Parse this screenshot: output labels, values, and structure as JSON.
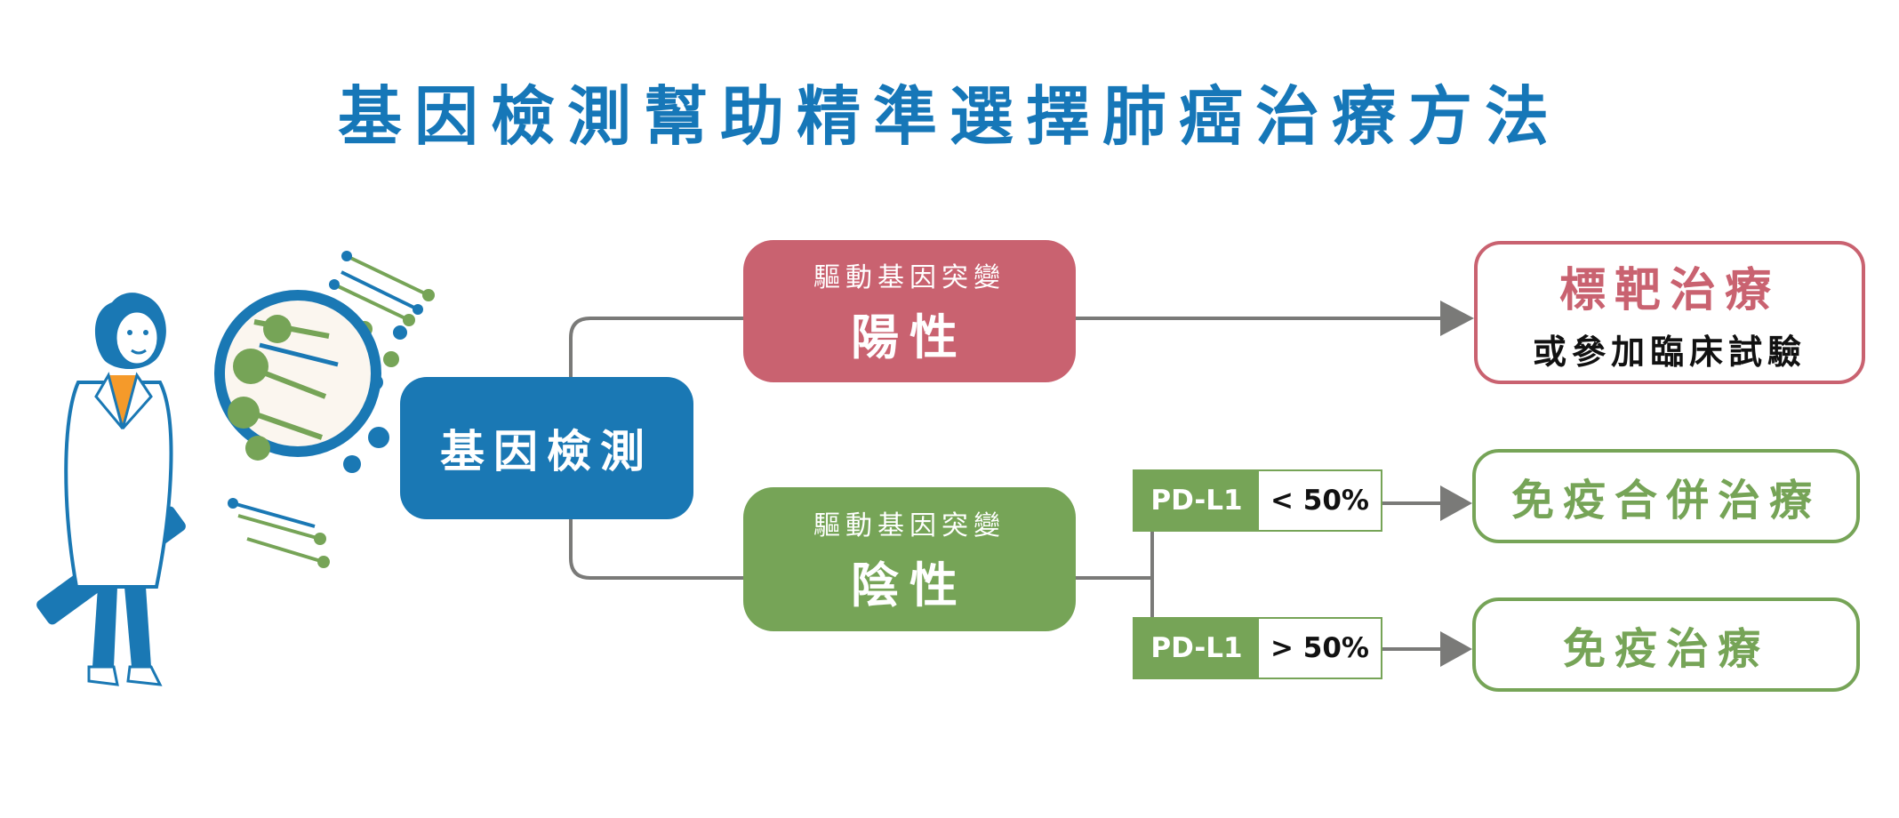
{
  "title": "基因檢測幫助精準選擇肺癌治療方法",
  "root": {
    "label": "基因檢測"
  },
  "positive": {
    "sub": "驅動基因突變",
    "label": "陽性"
  },
  "negative": {
    "sub": "驅動基因突變",
    "label": "陰性"
  },
  "outcomes": {
    "targeted": {
      "line1": "標靶治療",
      "line2": "或參加臨床試驗"
    },
    "combined": {
      "label": "免疫合併治療"
    },
    "immuno": {
      "label": "免疫治療"
    }
  },
  "pdl1": [
    {
      "label": "PD-L1",
      "value": "< 50%"
    },
    {
      "label": "PD-L1",
      "value": "> 50%"
    }
  ],
  "colors": {
    "title": "#1677b8",
    "root": "#1a78b4",
    "positive": "#c96270",
    "negative": "#76a457",
    "connector": "#7a7a78"
  },
  "icons": [
    "scientist-icon",
    "magnifier-icon",
    "dna-icon"
  ]
}
